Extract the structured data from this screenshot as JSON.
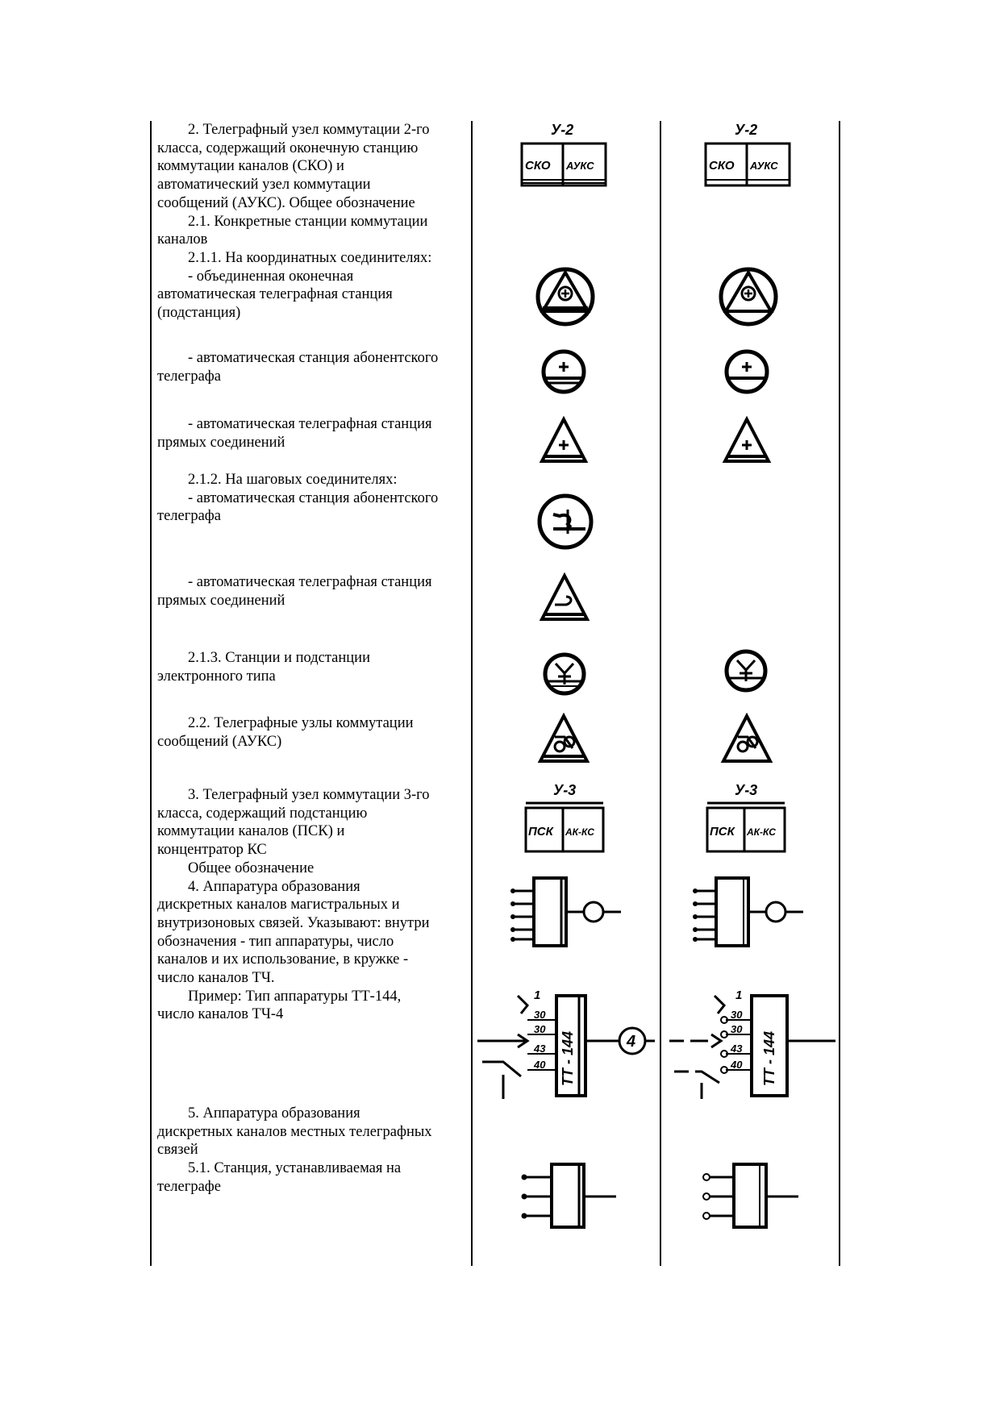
{
  "paragraphs": [
    {
      "lines": [
        "2. Телеграфный узел коммутации 2-го",
        "класса, содержащий оконечную станцию",
        "коммутации каналов (СКО) и",
        "автоматический узел коммутации",
        "сообщений (АУКС). Общее обозначение",
        "2.1. Конкретные станции коммутации",
        "каналов",
        "2.1.1. На координатных соединителях:",
        "- объединенная оконечная",
        "автоматическая телеграфная станция",
        "(подстанция)"
      ]
    },
    {
      "lines": [
        "- автоматическая станция абонентского",
        "телеграфа"
      ]
    },
    {
      "lines": [
        "- автоматическая телеграфная станция",
        "прямых соединений"
      ]
    },
    {
      "lines": [
        "2.1.2. На шаговых соединителях:",
        "- автоматическая станция абонентского",
        "телеграфа"
      ]
    },
    {
      "lines": [
        "- автоматическая телеграфная станция",
        "прямых соединений"
      ]
    },
    {
      "lines": [
        "2.1.3. Станции и подстанции",
        "электронного типа"
      ]
    },
    {
      "lines": [
        "2.2. Телеграфные узлы коммутации",
        "сообщений (АУКС)"
      ]
    },
    {
      "lines": [
        "3. Телеграфный узел коммутации 3-го",
        "класса, содержащий подстанцию",
        "коммутации каналов (ПСК) и",
        "концентратор КС",
        "Общее обозначение",
        "4. Аппаратура образования",
        "дискретных каналов магистральных и",
        "внутризоновых связей. Указывают: внутри",
        "обозначения - тип аппаратуры, число",
        "каналов и их использование, в кружке -",
        "число каналов ТЧ.",
        "Пример: Тип аппаратуры ТТ-144,",
        "число каналов ТЧ-4"
      ]
    },
    {
      "lines": [
        "5.  Аппаратура образования",
        "дискретных каналов местных телеграфных",
        "связей",
        "5.1. Станция, устанавливаемая на",
        "телеграфе"
      ]
    }
  ],
  "symbols": {
    "node2_title": "У-2",
    "node2_left": "СКО",
    "node2_right": "АУКС",
    "node3_title": "У-3",
    "node3_left": "ПСК",
    "node3_right": "АК-КС",
    "equip_type": "ТТ - 144",
    "equip_channels": [
      "1",
      "30",
      "30",
      "43",
      "40"
    ],
    "equip_tch": "4"
  }
}
